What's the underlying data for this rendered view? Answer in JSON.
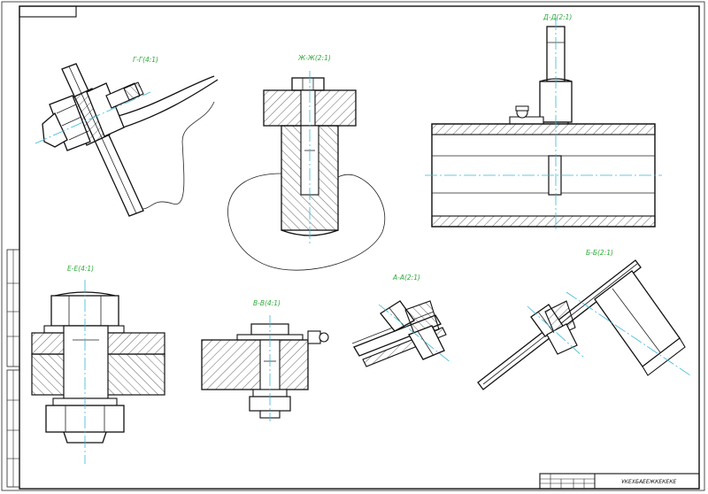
{
  "sheet": {
    "title_block_text": "ҰКЕХБАЕЕЖКЕКЕКЕ",
    "accent_color_labels": "#2eaa3a",
    "axis_color": "#39b7d6"
  },
  "views": {
    "g_g": {
      "label": "Г-Г(4:1)"
    },
    "zh_zh": {
      "label": "Ж-Ж(2:1)"
    },
    "d_d": {
      "label": "Д-Д(2:1)"
    },
    "e_e": {
      "label": "Е-Е(4:1)"
    },
    "v_v": {
      "label": "В-В(4:1)"
    },
    "a_a": {
      "label": "А-А(2:1)"
    },
    "b_b": {
      "label": "Б-Б(2:1)"
    }
  }
}
